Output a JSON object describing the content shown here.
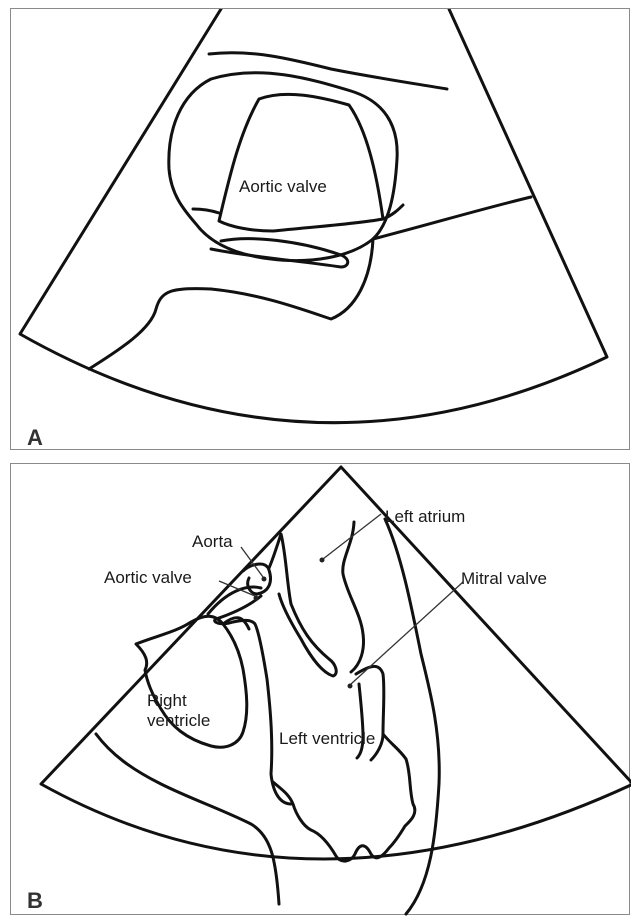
{
  "panel_a": {
    "letter": "A",
    "labels": {
      "aortic_valve": "Aortic valve"
    }
  },
  "panel_b": {
    "letter": "B",
    "labels": {
      "left_atrium": "Left atrium",
      "aorta": "Aorta",
      "aortic_valve": "Aortic valve",
      "mitral_valve": "Mitral valve",
      "right_ventricle_line1": "Right",
      "right_ventricle_line2": "ventricle",
      "left_ventricle": "Left ventricle"
    }
  }
}
